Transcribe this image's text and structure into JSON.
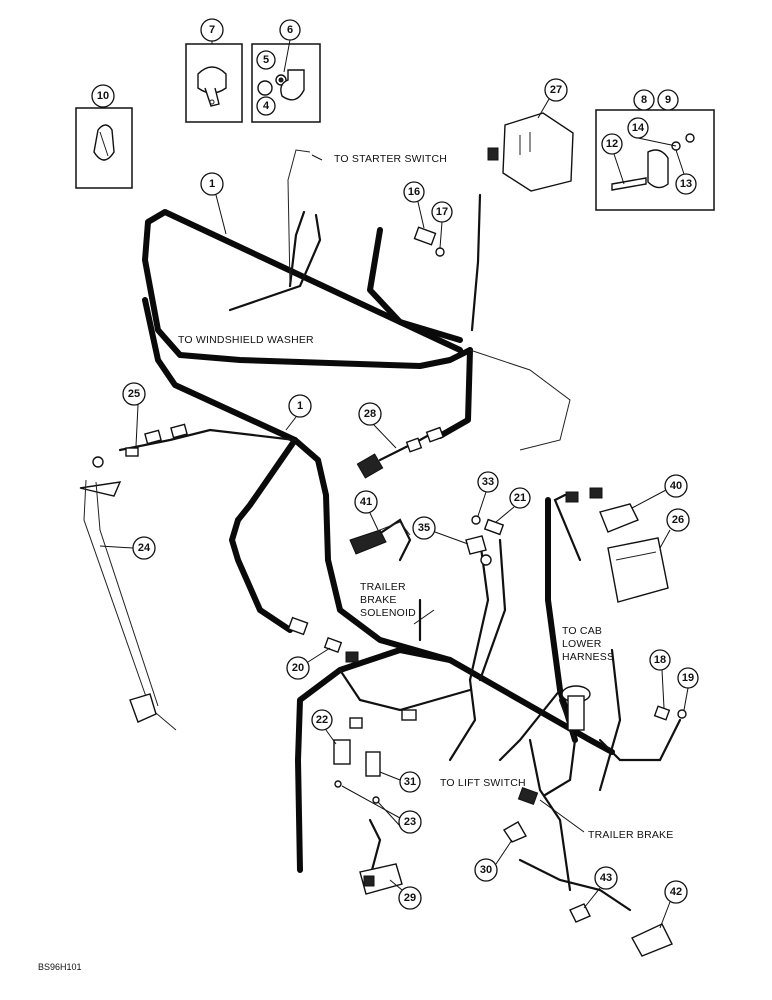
{
  "figure_code": "BS96H101",
  "labels": {
    "starter_switch": "TO STARTER SWITCH",
    "windshield_washer": "TO WINDSHIELD WASHER",
    "trailer_brake_solenoid": [
      "TRAILER",
      "BRAKE",
      "SOLENOID"
    ],
    "cab_lower_harness": [
      "TO CAB",
      "LOWER",
      "HARNESS"
    ],
    "lift_switch": "TO LIFT SWITCH",
    "trailer_brake": "TRAILER BRAKE"
  },
  "callouts": {
    "c1a": "1",
    "c1b": "1",
    "c4": "4",
    "c5": "5",
    "c6": "6",
    "c7": "7",
    "c8": "8",
    "c9": "9",
    "c10": "10",
    "c12": "12",
    "c13": "13",
    "c14": "14",
    "c16": "16",
    "c17": "17",
    "c18": "18",
    "c19": "19",
    "c20": "20",
    "c21": "21",
    "c22": "22",
    "c23": "23",
    "c24": "24",
    "c25": "25",
    "c26": "26",
    "c27": "27",
    "c28": "28",
    "c29": "29",
    "c30": "30",
    "c31": "31",
    "c33": "33",
    "c35": "35",
    "c40": "40",
    "c41": "41",
    "c42": "42",
    "c43": "43"
  }
}
